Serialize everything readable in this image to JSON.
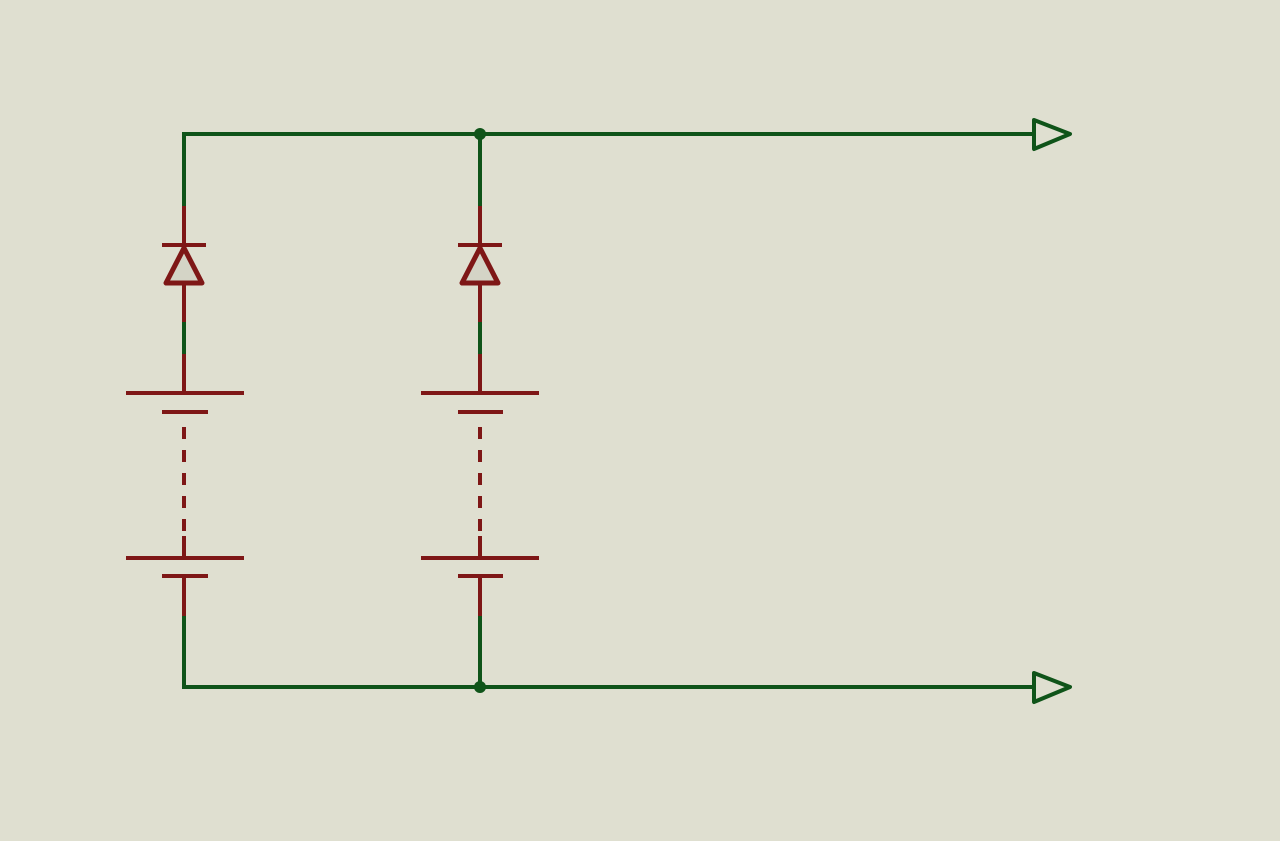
{
  "colors": {
    "background": "#DFDFD0",
    "wire": "#0F5419",
    "component": "#7E1716",
    "diode_fill": "#D4D4C6"
  },
  "schematic": {
    "branches": [
      {
        "name": "branch-left",
        "components": [
          "diode-icon",
          "battery-cell-icon",
          "battery-cell-icon"
        ]
      },
      {
        "name": "branch-right",
        "components": [
          "diode-icon",
          "battery-cell-icon",
          "battery-cell-icon"
        ]
      }
    ],
    "terminals": [
      "output-terminal-top",
      "output-terminal-bottom"
    ],
    "junctions": [
      "junction-top",
      "junction-bottom"
    ]
  }
}
